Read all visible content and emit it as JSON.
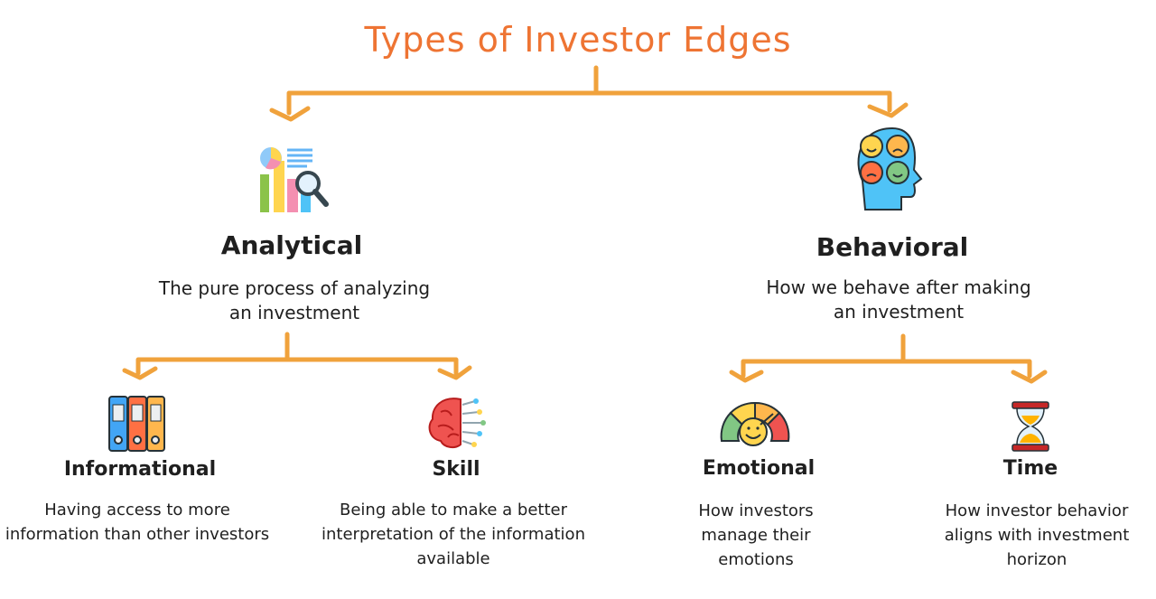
{
  "title": "Types of Investor Edges",
  "colors": {
    "title": "#ee7433",
    "connector": "#f0a23c",
    "text": "#1f1f1f"
  },
  "branches": [
    {
      "label": "Analytical",
      "description": "The pure process of analyzing an investment",
      "icon": "data-analysis-icon",
      "children": [
        {
          "label": "Informational",
          "description": "Having access to more information than other investors",
          "icon": "binders-icon"
        },
        {
          "label": "Skill",
          "description": "Being able to make a better interpretation of the information available",
          "icon": "brain-circuit-icon"
        }
      ]
    },
    {
      "label": "Behavioral",
      "description": "How we behave after making an investment",
      "icon": "emotions-head-icon",
      "children": [
        {
          "label": "Emotional",
          "description": "How investors manage their emotions",
          "icon": "emotion-gauge-icon"
        },
        {
          "label": "Time",
          "description": "How investor behavior aligns with investment horizon",
          "icon": "hourglass-icon"
        }
      ]
    }
  ]
}
